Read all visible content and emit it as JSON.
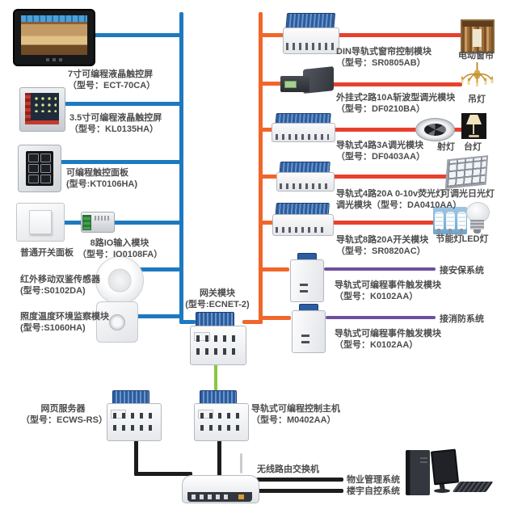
{
  "colors": {
    "bus_blue": "#1d79c0",
    "bus_orange": "#f0662b",
    "line_red": "#e8402e",
    "line_purple": "#6e4f9d",
    "line_green": "#8cc63e",
    "line_black": "#1c1c1c",
    "label_text": "#4c4c4e"
  },
  "left": {
    "items": [
      {
        "label": "7寸可编程液晶触控屏",
        "model": "（型号：ECT-70CA）"
      },
      {
        "label": "3.5寸可编程液晶触控屏",
        "model": "（型号：KL0135HA）"
      },
      {
        "label": "可编程触控面板",
        "model": "(型号:KT0106HA)"
      },
      {
        "label": "普通开关面板"
      },
      {
        "label": "8路IO输入模块",
        "model": "（型号：IO0108FA）"
      },
      {
        "label": "红外移动双鉴传感器",
        "model": "(型号:S0102DA)"
      },
      {
        "label": "照度温度环境监察模块",
        "model": "(型号:S1060HA)"
      }
    ]
  },
  "center": {
    "gateway": {
      "label": "网关模块",
      "model": "(型号:ECNET-2)"
    },
    "web_server": {
      "label": "网页服务器",
      "model": "（型号：ECWS-RS）"
    },
    "controller": {
      "label": "导轨式可编程控制主机",
      "model": "（型号：M0402AA）"
    },
    "router": {
      "label": "无线路由交换机"
    },
    "external_systems": [
      {
        "label": "物业管理系统"
      },
      {
        "label": "楼宇自控系统"
      }
    ]
  },
  "right": {
    "modules": [
      {
        "line1": "DIN导轨式窗帘控制模块",
        "line2": "（型号：SR0805AB）"
      },
      {
        "line1": "外挂式2路10A斩波型调光模块",
        "line2": "（型号：DF0210BA）"
      },
      {
        "line1": "导轨式4路3A调光模块",
        "line2": "（型号：DF0403AA）"
      },
      {
        "line1": "导轨式4路20A 0-10v荧光灯",
        "line2": "调光模块（型号：DA0410AA）"
      },
      {
        "line1": "导轨式8路20A开关模块",
        "line2": "（型号：SR0820AC）"
      },
      {
        "line1": "导轨式可编程事件触发模块",
        "line2": "（型号：K0102AA）"
      },
      {
        "line1": "导轨式可编程事件触发模块",
        "line2": "（型号：K0102AA）"
      }
    ],
    "loads": [
      {
        "label": "电动窗帘"
      },
      {
        "label": "吊灯"
      },
      {
        "label": "射灯"
      },
      {
        "label": "台灯"
      },
      {
        "label": "可调光日光灯"
      },
      {
        "label": "节能灯"
      },
      {
        "label": "LED灯"
      },
      {
        "label": "接安保系统"
      },
      {
        "label": "接消防系统"
      }
    ]
  }
}
